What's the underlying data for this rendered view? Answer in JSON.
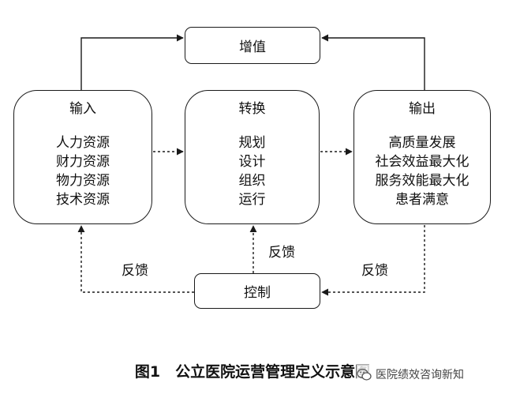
{
  "nodes": {
    "value": {
      "label": "增值"
    },
    "input": {
      "title": "输入",
      "items": [
        "人力资源",
        "财力资源",
        "物力资源",
        "技术资源"
      ]
    },
    "transform": {
      "title": "转换",
      "items": [
        "规划",
        "设计",
        "组织",
        "运行"
      ]
    },
    "output": {
      "title": "输出",
      "items": [
        "高质量发展",
        "社会效益最大化",
        "服务效能最大化",
        "患者满意"
      ]
    },
    "control": {
      "label": "控制"
    }
  },
  "feedback_labels": {
    "left": "反馈",
    "middle": "反馈",
    "right": "反馈"
  },
  "caption": "图1　公立医院运营管理定义示意图",
  "watermark": {
    "text": "医院绩效咨询新知",
    "icon": "wechat-icon"
  },
  "colors": {
    "line": "#1a1a1a",
    "text": "#111111",
    "background": "#ffffff"
  }
}
